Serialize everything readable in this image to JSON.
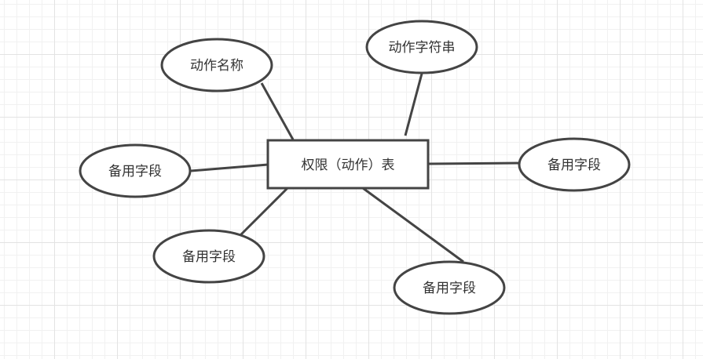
{
  "diagram": {
    "entity": {
      "id": "permission-table",
      "label": "权限（动作）表"
    },
    "attributes": [
      {
        "id": "action-name",
        "label": "动作名称"
      },
      {
        "id": "action-string",
        "label": "动作字符串"
      },
      {
        "id": "reserved-field-left",
        "label": "备用字段"
      },
      {
        "id": "reserved-field-right",
        "label": "备用字段"
      },
      {
        "id": "reserved-field-bottom-left",
        "label": "备用字段"
      },
      {
        "id": "reserved-field-bottom-right",
        "label": "备用字段"
      }
    ],
    "colors": {
      "stroke": "#444444",
      "text": "#333333",
      "fill": "#ffffff",
      "grid": "#e3e3e3"
    }
  }
}
